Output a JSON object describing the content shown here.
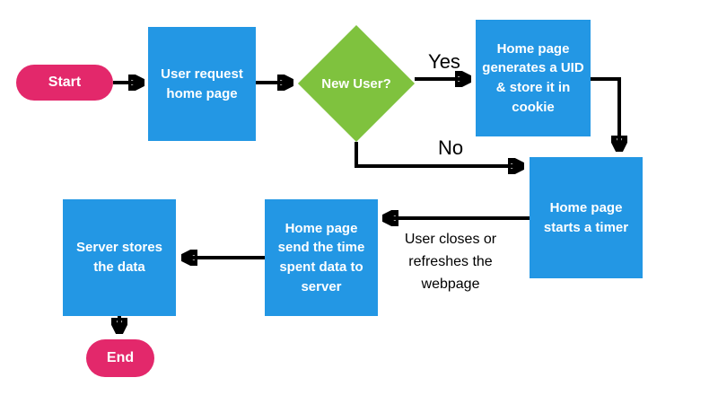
{
  "colors": {
    "blue": "#2397e4",
    "green": "#7fc23e",
    "pink": "#e3286b",
    "ink": "#000000"
  },
  "nodes": {
    "start": {
      "label": "Start"
    },
    "request": {
      "label": "User request home page"
    },
    "decision": {
      "label": "New User?"
    },
    "uid": {
      "label": "Home page generates a UID & store it in cookie"
    },
    "timer": {
      "label": "Home page starts a timer"
    },
    "send": {
      "label": "Home page send the time spent data to server"
    },
    "store": {
      "label": "Server stores the data"
    },
    "end": {
      "label": "End"
    }
  },
  "edges": {
    "yes": {
      "label": "Yes"
    },
    "no": {
      "label": "No"
    },
    "close": {
      "label": "User closes or refreshes the webpage"
    }
  }
}
